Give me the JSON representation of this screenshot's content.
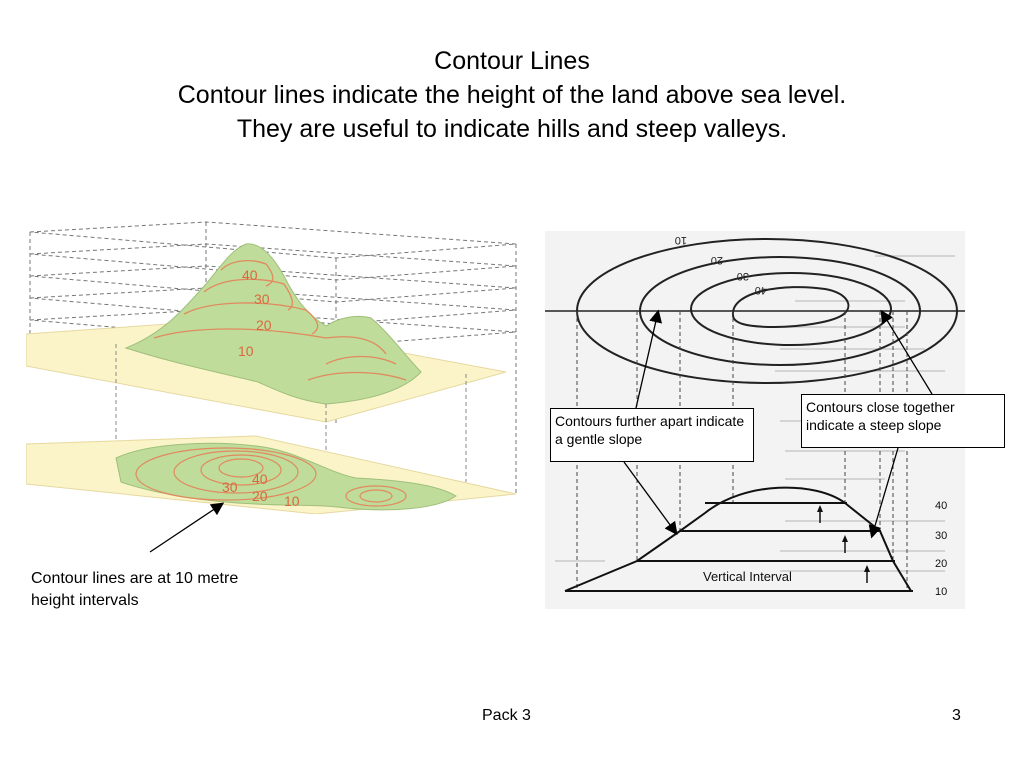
{
  "title": {
    "line1": "Contour Lines",
    "line2": "Contour lines indicate the height of the land above sea level.",
    "line3": "They are useful to indicate hills and steep valleys."
  },
  "left_figure": {
    "hill_labels": [
      "40",
      "30",
      "20",
      "10"
    ],
    "map_labels": [
      "40",
      "30",
      "20",
      "10"
    ]
  },
  "right_figure": {
    "contour_labels": [
      "10",
      "20",
      "30",
      "40"
    ],
    "profile_axis_labels": [
      "40",
      "30",
      "20",
      "10"
    ],
    "vertical_interval_label": "Vertical Interval"
  },
  "callouts": {
    "gentle": "Contours further apart indicate a gentle slope",
    "steep": "Contours close together indicate a steep slope"
  },
  "caption_left": "Contour lines are at 10 metre height intervals",
  "footer": {
    "center": "Pack 3",
    "page_number": "3"
  }
}
